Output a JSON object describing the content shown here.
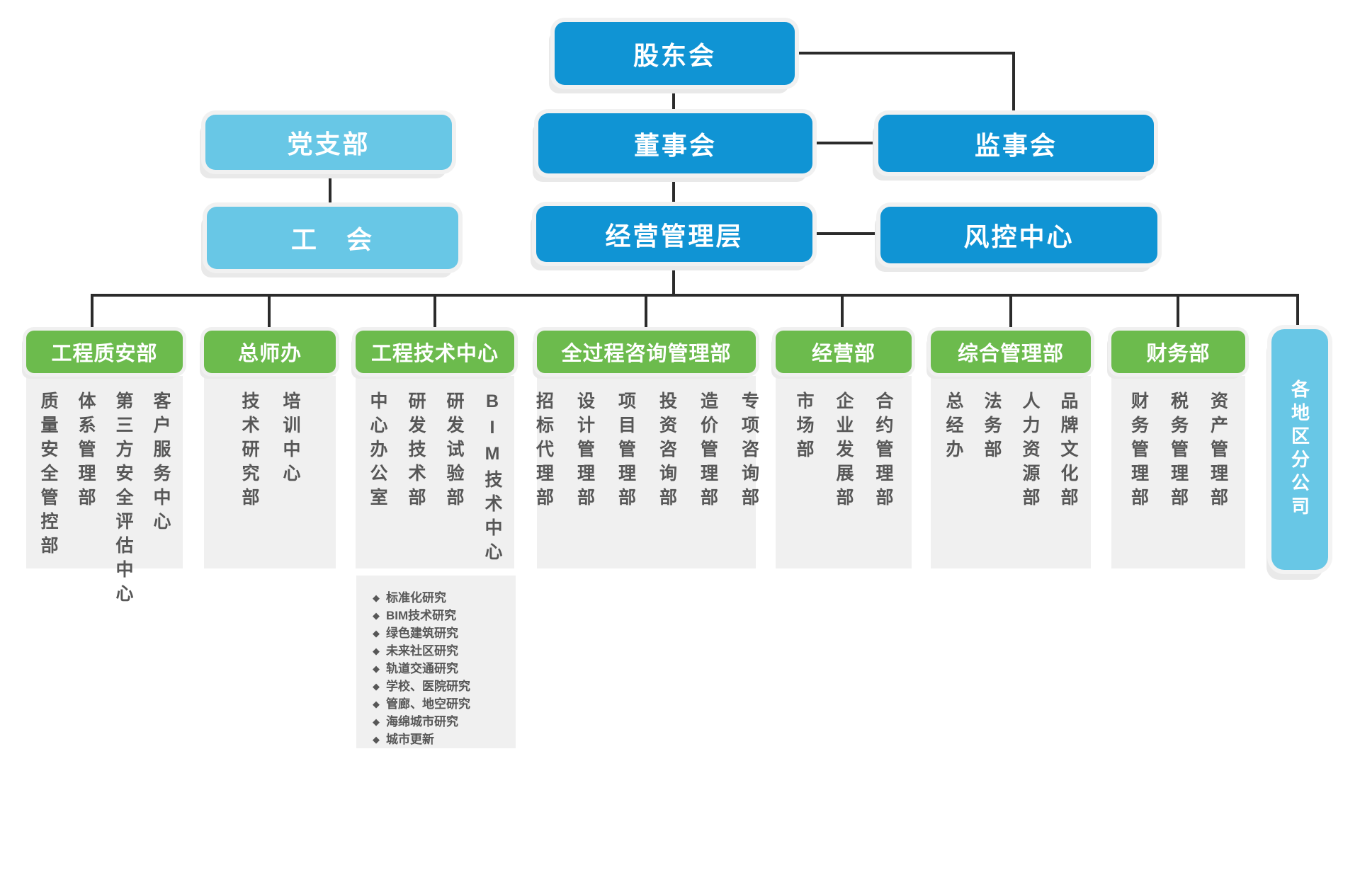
{
  "colors": {
    "primary_blue": "#1094d4",
    "light_blue": "#68c7e6",
    "green": "#6cbb4d",
    "panel_bg": "#f0f0f0",
    "panel_text": "#575757",
    "connector": "#2b2b2b",
    "node_text": "#ffffff"
  },
  "nodes": {
    "shareholders": "股东会",
    "party_branch": "党支部",
    "board": "董事会",
    "supervisory_board": "监事会",
    "labor_union": "工　会",
    "management_team": "经营管理层",
    "risk_control_center": "风控中心"
  },
  "departments": [
    {
      "label": "工程质安部",
      "items": [
        "质量安全管控部",
        "体系管理部",
        "第三方安全评估中心",
        "客户服务中心"
      ]
    },
    {
      "label": "总师办",
      "items": [
        "技术研究部",
        "培训中心"
      ]
    },
    {
      "label": "工程技术中心",
      "items": [
        "中心办公室",
        "研发技术部",
        "研发试验部",
        "BIM技术中心"
      ],
      "research": [
        "标准化研究",
        "BIM技术研究",
        "绿色建筑研究",
        "未来社区研究",
        "轨道交通研究",
        "学校、医院研究",
        "管廊、地空研究",
        "海绵城市研究",
        "城市更新"
      ]
    },
    {
      "label": "全过程咨询管理部",
      "items": [
        "招标代理部",
        "设计管理部",
        "项目管理部",
        "投资咨询部",
        "造价管理部",
        "专项咨询部"
      ]
    },
    {
      "label": "经营部",
      "items": [
        "市场部",
        "企业发展部",
        "合约管理部"
      ]
    },
    {
      "label": "综合管理部",
      "items": [
        "总经办",
        "法务部",
        "人力资源部",
        "品牌文化部"
      ]
    },
    {
      "label": "财务部",
      "items": [
        "财务管理部",
        "税务管理部",
        "资产管理部"
      ]
    }
  ],
  "regional_branch": "各地区分公司",
  "bullet": "◆"
}
